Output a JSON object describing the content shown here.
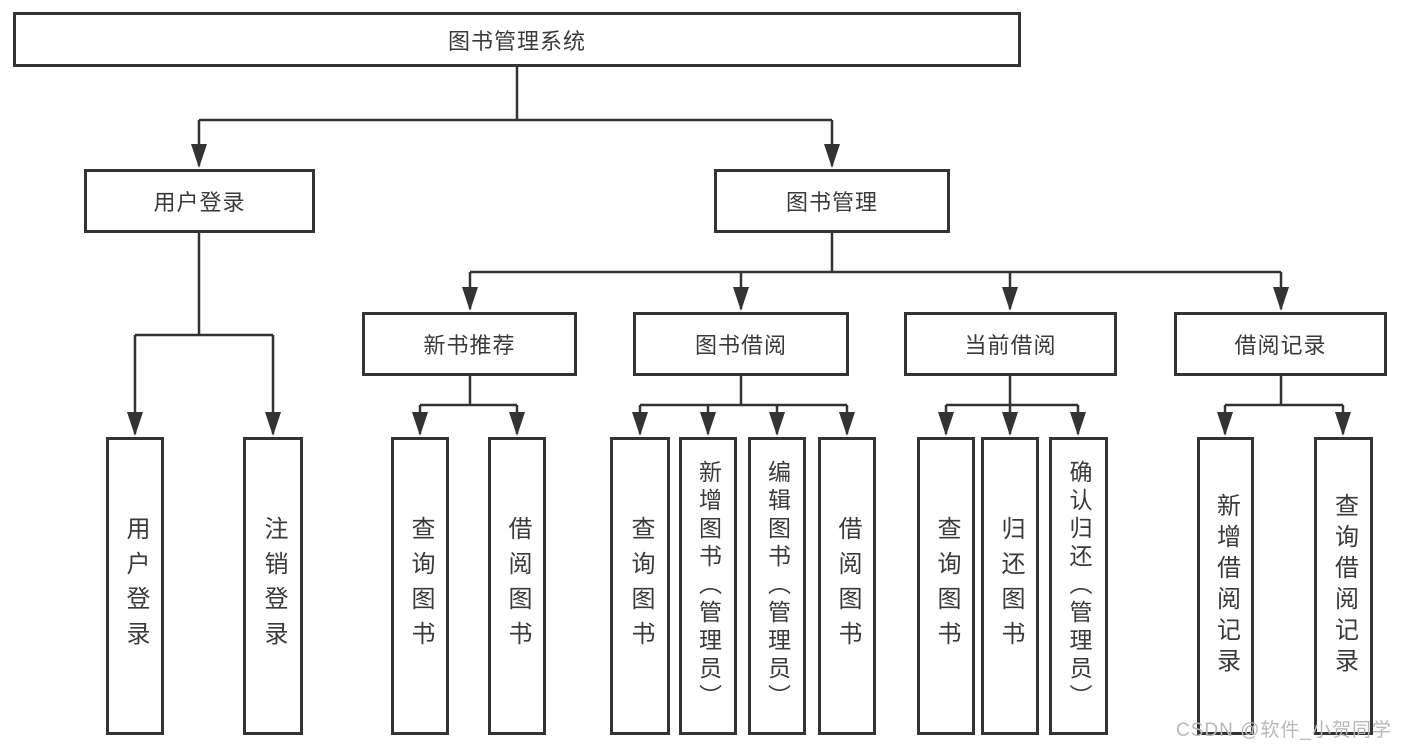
{
  "diagram": {
    "nodes": {
      "root": "图书管理系统",
      "user_login": "用户登录",
      "book_mgmt": "图书管理",
      "new_books": "新书推荐",
      "book_borrow": "图书借阅",
      "current_borrow": "当前借阅",
      "borrow_records": "借阅记录",
      "ul_login": "用户登录",
      "ul_logout": "注销登录",
      "nb_query": "查询图书",
      "nb_borrow": "借阅图书",
      "bb_query": "查询图书",
      "bb_add": "新增图书（管理员）",
      "bb_edit": "编辑图书（管理员）",
      "bb_borrow": "借阅图书",
      "cb_query": "查询图书",
      "cb_return": "归还图书",
      "cb_confirm": "确认归还（管理员）",
      "br_add": "新增借阅记录",
      "br_query": "查询借阅记录"
    },
    "colors": {
      "line": "#333333",
      "border": "#333333",
      "text": "#3a3a3a",
      "watermark": "#b8b8b8",
      "background": "#ffffff"
    }
  },
  "watermark": {
    "text": "CSDN @软件_小贺同学"
  }
}
